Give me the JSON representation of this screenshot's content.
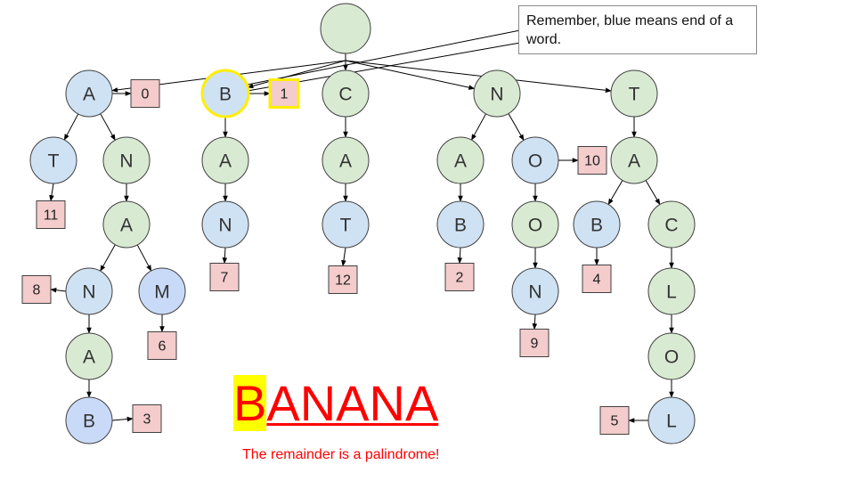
{
  "root": {
    "label": ""
  },
  "nodes": {
    "A": "A",
    "B": "B",
    "C": "C",
    "N": "N",
    "T": "T",
    "AT": "T",
    "AN": "N",
    "ANA": "A",
    "ANAN": "N",
    "ANAM": "M",
    "ANANA": "A",
    "ANANAB": "B",
    "BA": "A",
    "BAN": "N",
    "CA": "A",
    "CAT": "T",
    "NA": "A",
    "NAB": "B",
    "NO": "O",
    "NOO": "O",
    "NOON": "N",
    "TA": "A",
    "TAB": "B",
    "TAC": "C",
    "TACL": "L",
    "TACLO": "O",
    "TACLOL": "L"
  },
  "indices": {
    "A": "0",
    "AT": "11",
    "ANAN": "8",
    "ANAM": "6",
    "ANANAB": "3",
    "B": "1",
    "BAN": "7",
    "CAT": "12",
    "NAB": "2",
    "NO": "10",
    "NOON": "9",
    "TAB": "4",
    "TACLOL": "5"
  },
  "callout": {
    "text": "Remember, blue means end of a word."
  },
  "banana": {
    "first": "B",
    "rest": "ANANA"
  },
  "note": {
    "text": "The remainder is a palindrome!"
  },
  "colors": {
    "green_node": "#d9ead3",
    "blue_node": "#cfe2f3",
    "index_box": "#f4cccc",
    "highlight": "#ffee00",
    "title_red": "#ff0000"
  }
}
